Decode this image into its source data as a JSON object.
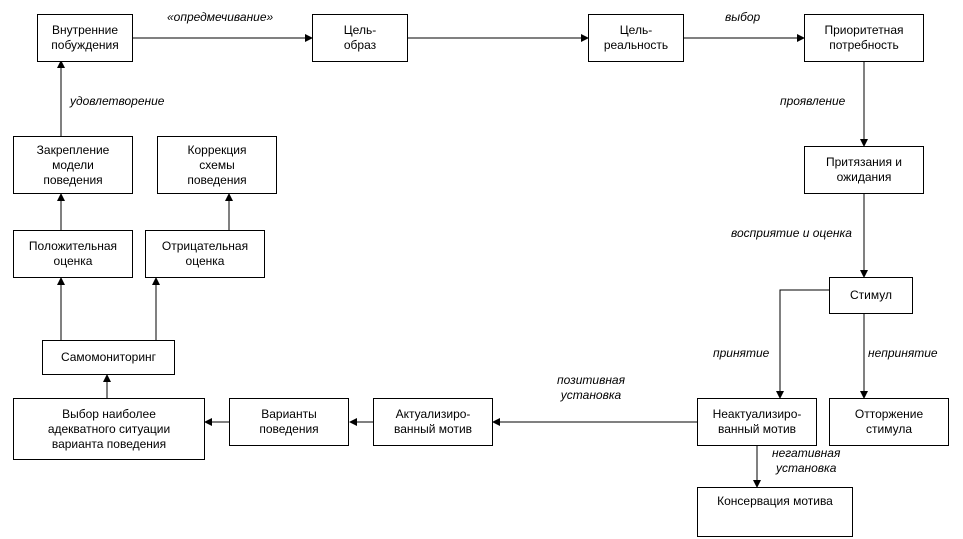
{
  "boxes": {
    "vnutrennie": [
      "Внутренние",
      "побуждения"
    ],
    "tsel_obraz": [
      "Цель-",
      "образ"
    ],
    "tsel_realnost": [
      "Цель-",
      "реальность"
    ],
    "prioritetnaya": [
      "Приоритетная",
      "потребность"
    ],
    "prityazaniya": [
      "Притязания и",
      "ожидания"
    ],
    "stimul": [
      "Стимул"
    ],
    "neaktual": [
      "Неактуализиро-",
      "ванный мотив"
    ],
    "ottorzhenie": [
      "Отторжение",
      "стимула"
    ],
    "konservatsiya": [
      "Консервация мотива"
    ],
    "aktual": [
      "Актуализиро-",
      "ванный мотив"
    ],
    "varianty": [
      "Варианты",
      "поведения"
    ],
    "vybor": [
      "Выбор наиболее",
      "адекватного ситуации",
      "варианта поведения"
    ],
    "samomonitoring": [
      "Самомониторинг"
    ],
    "polozhitelnaya": [
      "Положительная",
      "оценка"
    ],
    "otritsatelnaya": [
      "Отрицательная",
      "оценка"
    ],
    "zakreplenie": [
      "Закрепление",
      "модели",
      "поведения"
    ],
    "korrektsiya": [
      "Коррекция",
      "схемы",
      "поведения"
    ]
  },
  "labels": {
    "opredmechivanie": [
      "«опредмечивание»"
    ],
    "vybor": [
      "выбор"
    ],
    "proyavlenie": [
      "проявление"
    ],
    "vospriyatie": [
      "восприятие и оценка"
    ],
    "prinyatie": [
      "принятие"
    ],
    "neprinyatie": [
      "непринятие"
    ],
    "negativnaya": [
      "негативная",
      "установка"
    ],
    "pozitivnaya": [
      "позитивная",
      "установка"
    ],
    "udovletvorenie": [
      "удовлетворение"
    ]
  }
}
